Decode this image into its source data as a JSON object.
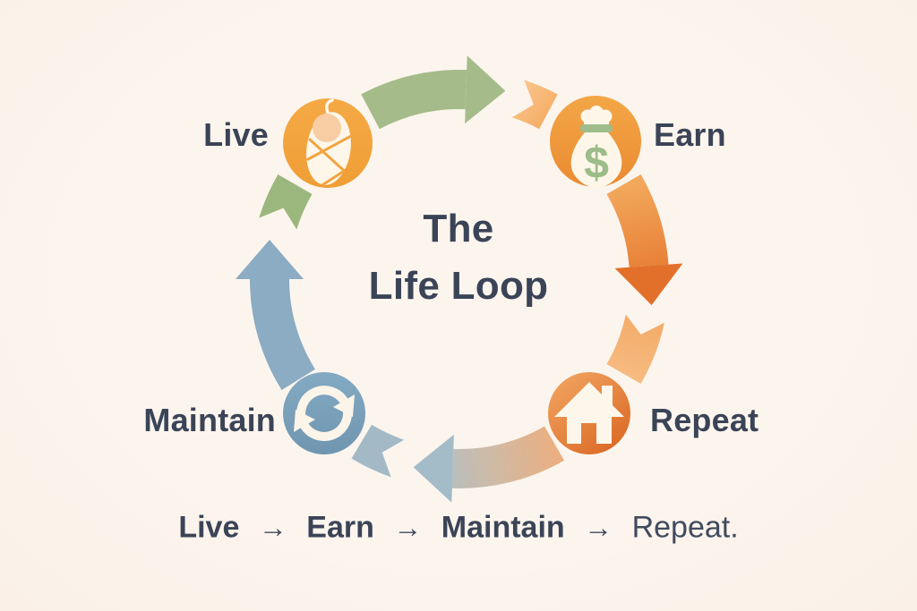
{
  "title": {
    "line1": "The",
    "line2": "Life Loop"
  },
  "nodes": {
    "live": {
      "label": "Live",
      "icon": "baby-swaddle-icon",
      "position": "top-left",
      "circle_color": "#F4A53E"
    },
    "earn": {
      "label": "Earn",
      "icon": "money-bag-icon",
      "position": "top-right",
      "circle_color": "#EE9A3B",
      "symbol": "$"
    },
    "repeat": {
      "label": "Repeat",
      "icon": "house-icon",
      "position": "bottom-right",
      "circle_color": "#E37A2D"
    },
    "maintain": {
      "label": "Maintain",
      "icon": "sync-arrows-icon",
      "position": "bottom-left",
      "circle_color": "#7BA3BE"
    }
  },
  "cycle": {
    "direction": "clockwise",
    "visual_order": [
      "Live",
      "Earn",
      "Repeat",
      "Maintain"
    ]
  },
  "caption": {
    "segments": [
      "Live",
      "→",
      "Earn",
      "→",
      "Maintain",
      "→",
      "Repeat."
    ]
  },
  "colors": {
    "background": "#FBF2EB",
    "text": "#3B4457",
    "arrow_green": "#A5BC8A",
    "segment_green": "#9CB77E",
    "segment_light_orange_top": "#F8BF81",
    "arrow_orange_start": "#F2A95C",
    "arrow_orange_end": "#E5732C",
    "segment_light_orange_right": "#F4B176",
    "arrow_gradient_orange": "#EFAD7B",
    "arrow_gradient_blue": "#AAC0CB",
    "arrow_blue": "#8BACC2",
    "segment_blue": "#A3BAC6",
    "icon_cream": "#FDF6E9",
    "baby_face_peach": "#F9CDA4",
    "money_green": "#9CBC88"
  }
}
